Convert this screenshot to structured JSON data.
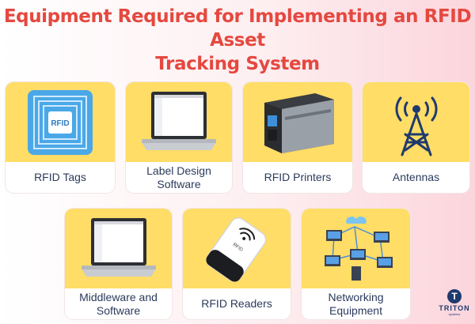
{
  "title": {
    "line1": "Equipment Required for Implementing an RFID Asset",
    "line2": "Tracking System"
  },
  "cards": [
    {
      "label": "RFID Tags",
      "icon": "rfid-tag-icon"
    },
    {
      "label": "Label Design Software",
      "icon": "laptop-icon"
    },
    {
      "label": "RFID Printers",
      "icon": "printer-icon"
    },
    {
      "label": "Antennas",
      "icon": "antenna-icon"
    },
    {
      "label": "Middleware and Software",
      "icon": "laptop-icon"
    },
    {
      "label": "RFID Readers",
      "icon": "handheld-reader-icon"
    },
    {
      "label": "Networking Equipment",
      "icon": "network-icon"
    }
  ],
  "rfid_tag_text": "RFID",
  "reader_text": "RFID",
  "logo": {
    "mark": "T",
    "word": "TRITON",
    "sub": "systems"
  },
  "colors": {
    "title": "#e5483f",
    "card_image_bg": "#ffdd66",
    "label_text": "#2b3a5c",
    "logo": "#1f3a6e"
  }
}
